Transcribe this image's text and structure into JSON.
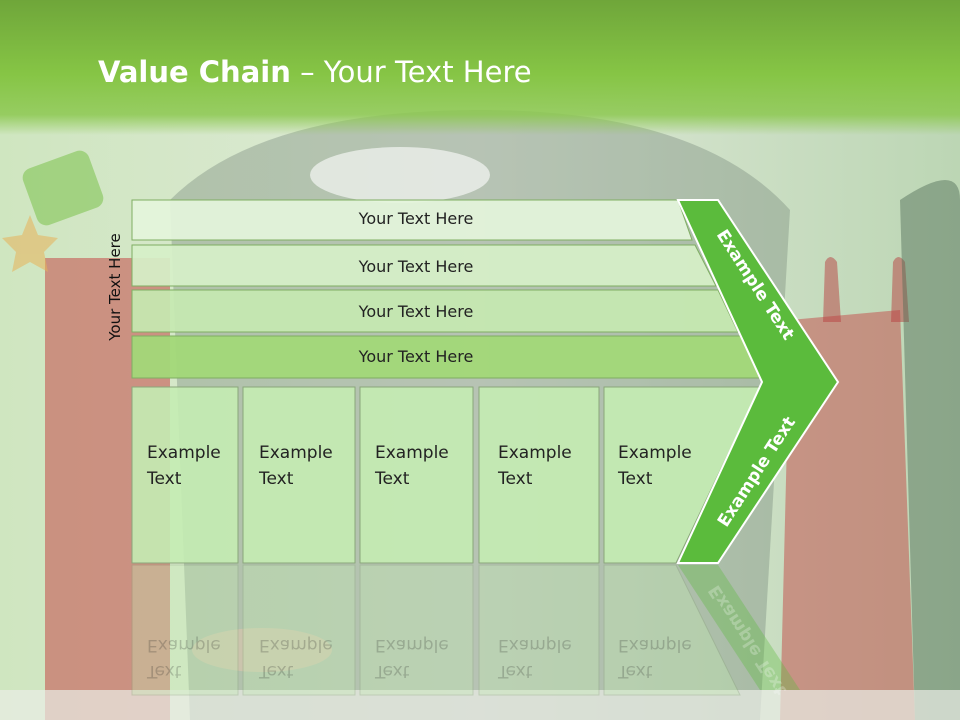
{
  "title": {
    "bold": "Value Chain",
    "rest": " – Your Text Here"
  },
  "side_label": "Your Text Here",
  "rows": [
    "Your Text Here",
    "Your Text Here",
    "Your Text Here",
    "Your Text Here"
  ],
  "cells": [
    {
      "line1": "Example",
      "line2": "Text"
    },
    {
      "line1": "Example",
      "line2": "Text"
    },
    {
      "line1": "Example",
      "line2": "Text"
    },
    {
      "line1": "Example",
      "line2": "Text"
    },
    {
      "line1": "Example",
      "line2": "Text"
    }
  ],
  "chevron": {
    "upper": "Example Text",
    "lower": "Example Text"
  },
  "colors": {
    "header_green": "#86c545",
    "chevron_green": "#5bbb3c",
    "cell_fill": "#c4ecb3",
    "row_border": "#7fae62"
  }
}
